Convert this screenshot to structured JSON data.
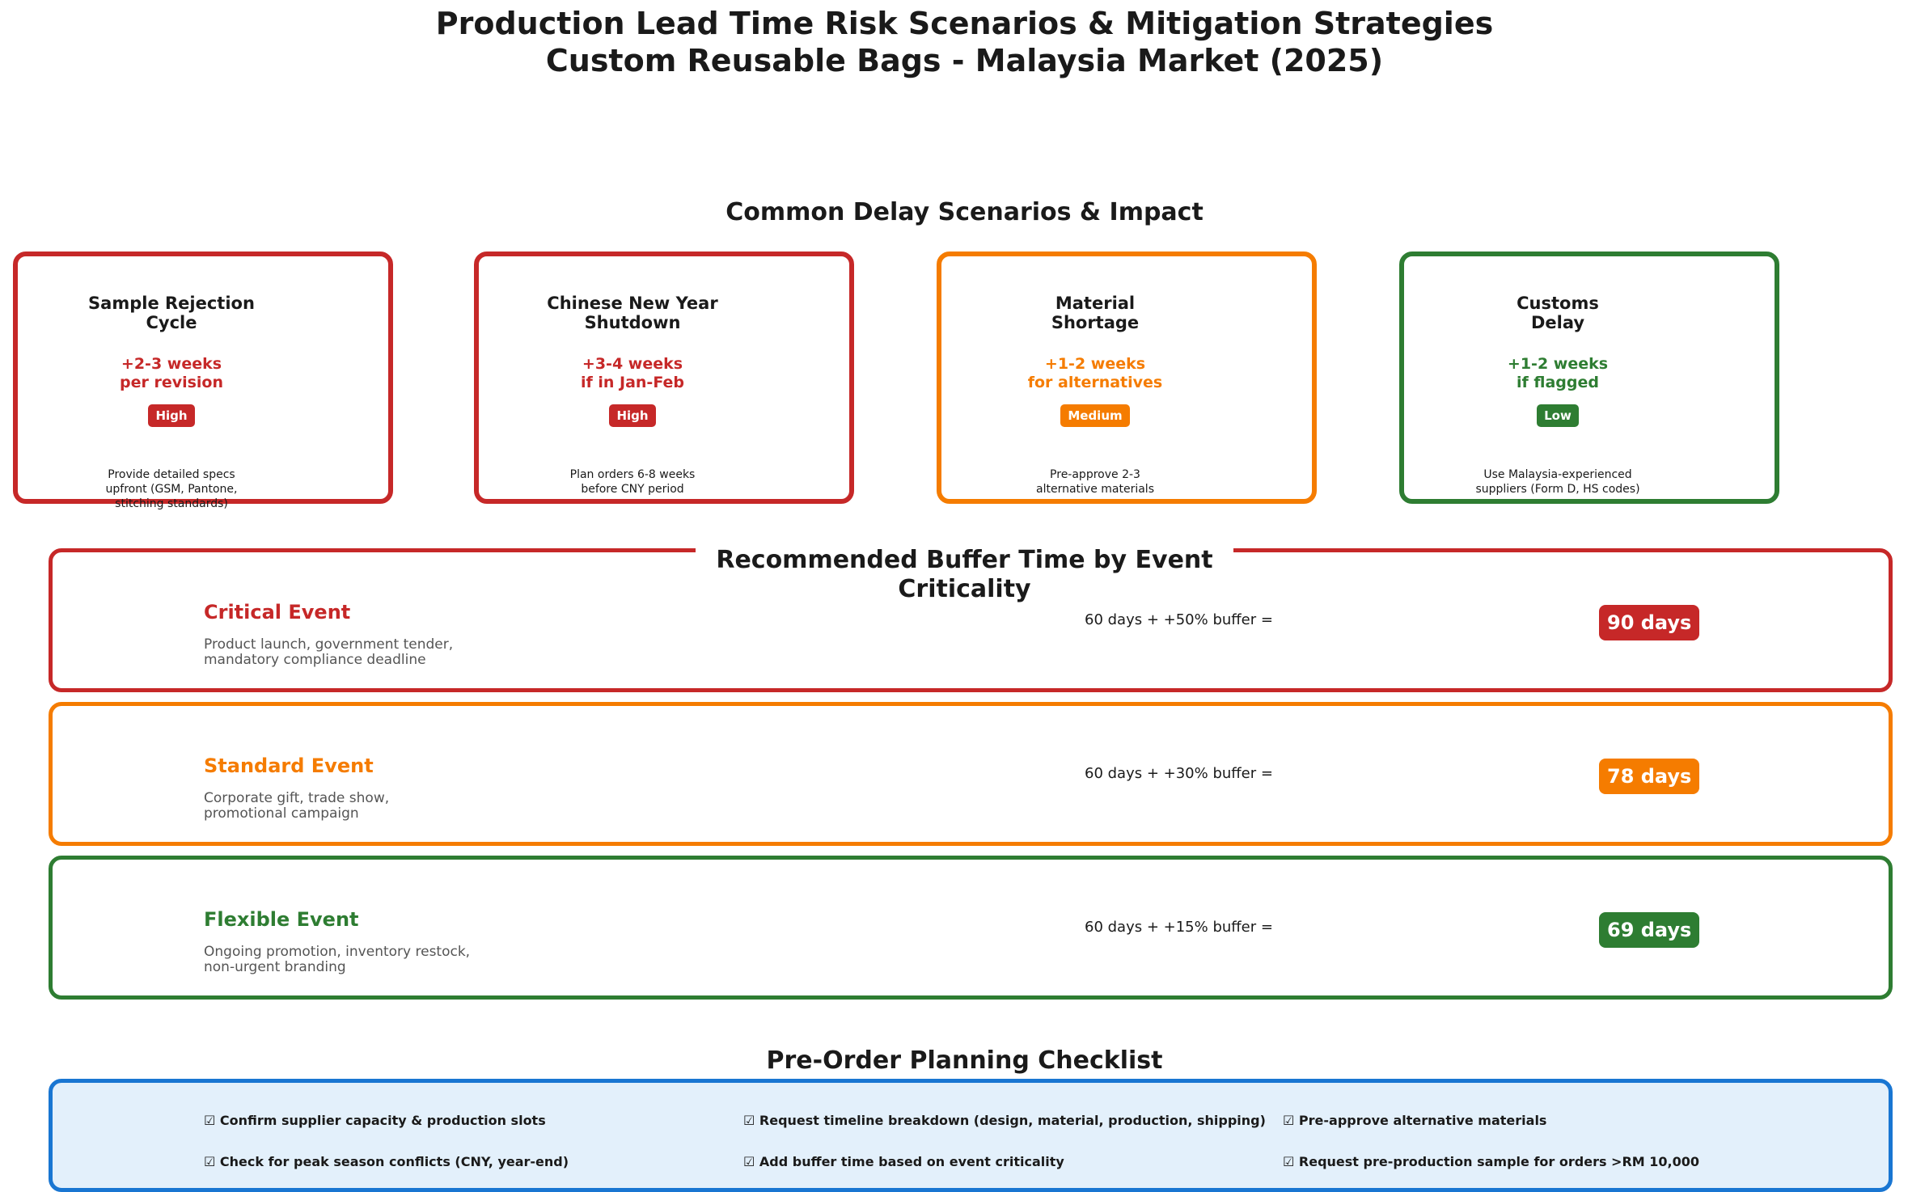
{
  "title": {
    "line1": "Production Lead Time Risk Scenarios & Mitigation Strategies",
    "line2": "Custom Reusable Bags - Malaysia Market (2025)"
  },
  "colors": {
    "high": "#c62828",
    "medium": "#f57c00",
    "low": "#2e7d32",
    "checklist_border": "#1976d2",
    "checklist_bg": "#e3f0fb"
  },
  "scenarios_section": {
    "heading": "Common Delay Scenarios & Impact",
    "cards": [
      {
        "name_line1": "Sample Rejection",
        "name_line2": "Cycle",
        "impact_line1": "+2-3 weeks",
        "impact_line2": "per revision",
        "severity": "High",
        "mitigation_line1": "Provide detailed specs",
        "mitigation_line2": "upfront (GSM, Pantone,",
        "mitigation_line3": "stitching standards)"
      },
      {
        "name_line1": "Chinese New Year",
        "name_line2": "Shutdown",
        "impact_line1": "+3-4 weeks",
        "impact_line2": "if in Jan-Feb",
        "severity": "High",
        "mitigation_line1": "Plan orders 6-8 weeks",
        "mitigation_line2": "before CNY period",
        "mitigation_line3": ""
      },
      {
        "name_line1": "Material",
        "name_line2": "Shortage",
        "impact_line1": "+1-2 weeks",
        "impact_line2": "for alternatives",
        "severity": "Medium",
        "mitigation_line1": "Pre-approve 2-3",
        "mitigation_line2": "alternative materials",
        "mitigation_line3": ""
      },
      {
        "name_line1": "Customs",
        "name_line2": "Delay",
        "impact_line1": "+1-2 weeks",
        "impact_line2": "if flagged",
        "severity": "Low",
        "mitigation_line1": "Use Malaysia-experienced",
        "mitigation_line2": "suppliers (Form D, HS codes)",
        "mitigation_line3": ""
      }
    ]
  },
  "buffer_section": {
    "heading": "Recommended Buffer Time by Event Criticality",
    "events": [
      {
        "name": "Critical Event",
        "desc_line1": "Product launch, government tender,",
        "desc_line2": "mandatory compliance deadline",
        "formula": "60 days + +50% buffer =",
        "result": "90 days"
      },
      {
        "name": "Standard Event",
        "desc_line1": "Corporate gift, trade show,",
        "desc_line2": "promotional campaign",
        "formula": "60 days + +30% buffer =",
        "result": "78 days"
      },
      {
        "name": "Flexible Event",
        "desc_line1": "Ongoing promotion, inventory restock,",
        "desc_line2": "non-urgent branding",
        "formula": "60 days + +15% buffer =",
        "result": "69 days"
      }
    ]
  },
  "checklist_section": {
    "heading": "Pre-Order Planning Checklist",
    "items": [
      "☑ Confirm supplier capacity & production slots",
      "☑ Request timeline breakdown (design, material, production, shipping)",
      "☑ Pre-approve alternative materials",
      "☑ Check for peak season conflicts (CNY, year-end)",
      "☑ Add buffer time based on event criticality",
      "☑ Request pre-production sample for orders >RM 10,000"
    ]
  }
}
